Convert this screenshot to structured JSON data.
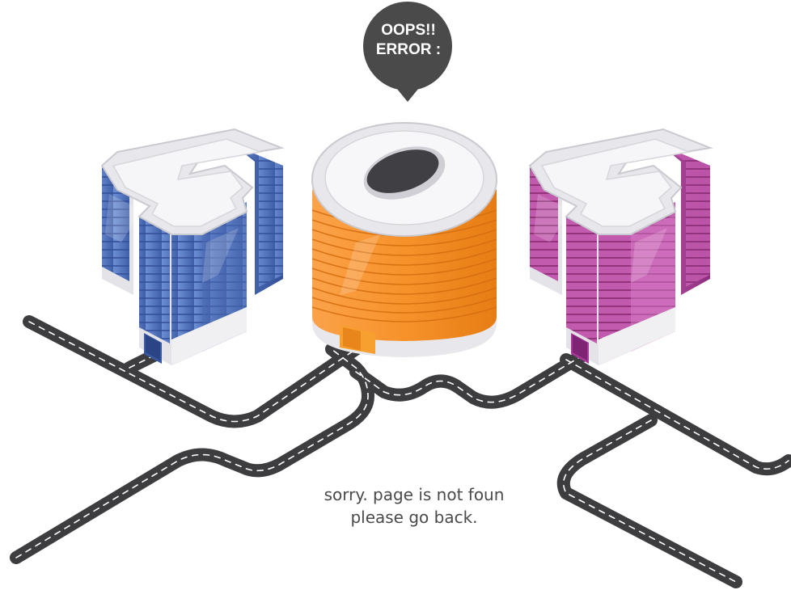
{
  "speech_bubble": {
    "line1": "OOPS!!",
    "line2": "ERROR :"
  },
  "illustration": {
    "digits": [
      "4",
      "0",
      "4"
    ],
    "colors": {
      "left_building": "#5b7cc0",
      "center_building": "#f7922a",
      "right_building": "#b64aa3",
      "roof": "#e8e8ec",
      "road": "#3d3d3f",
      "bubble": "#4a4a4a"
    }
  },
  "message": {
    "line1": "sorry. page is not foun",
    "line2": "please go back."
  }
}
